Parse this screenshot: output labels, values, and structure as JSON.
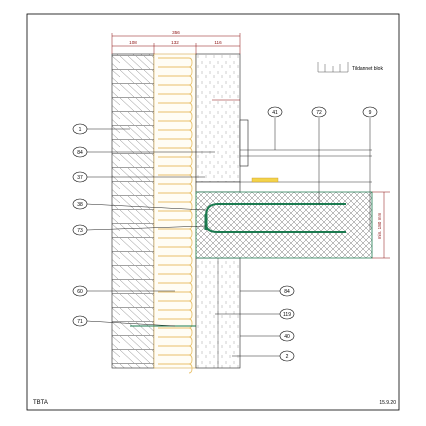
{
  "legend": {
    "label": "Tildannet blok"
  },
  "dimensions": {
    "total": "356",
    "segments": [
      "108",
      "132",
      "116"
    ],
    "vertical": "min. 180 mm"
  },
  "callouts": {
    "c1": "1",
    "c84a": "84",
    "c37": "37",
    "c38": "38",
    "c73": "73",
    "c60": "60",
    "c71": "71",
    "c41": "41",
    "c72": "72",
    "c9": "9",
    "c84b": "84",
    "c119": "119",
    "c40": "40",
    "c2": "2"
  },
  "footer": {
    "left": "TBTA",
    "right": "15.9.20"
  },
  "colors": {
    "insulation": "#e8c06a",
    "rebar": "#1b7a4f",
    "dimension": "#8a0d0d",
    "outline": "#1a1a1a"
  }
}
